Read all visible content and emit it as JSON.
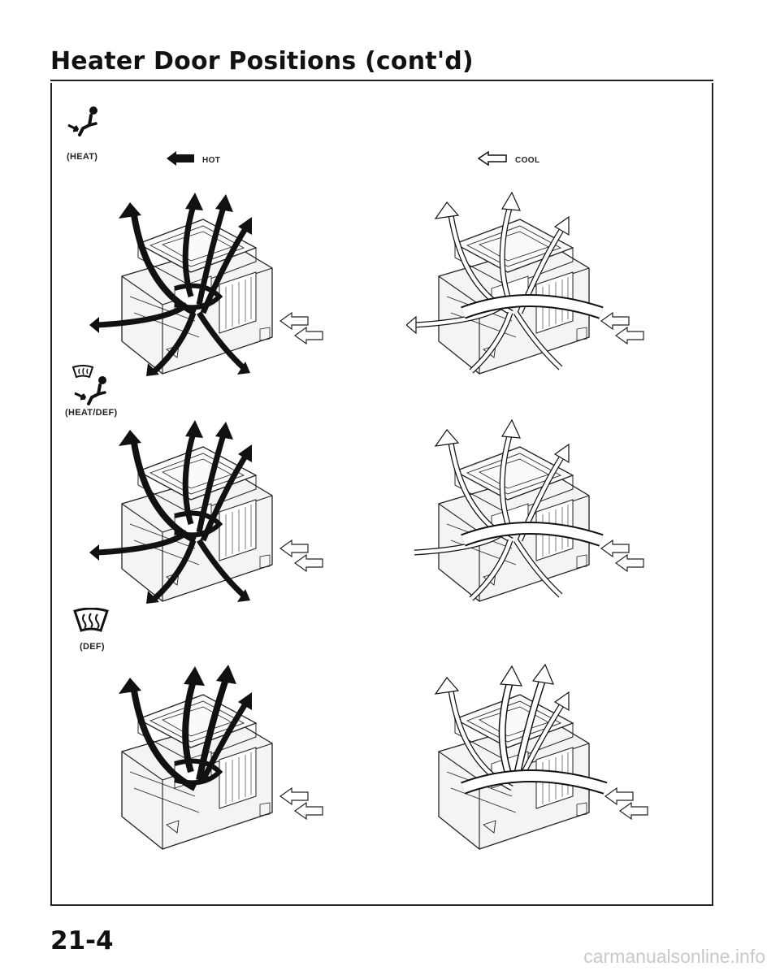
{
  "page": {
    "title": "Heater Door Positions (cont'd)",
    "page_number": "21-4",
    "watermark": "carmanualsonline.info"
  },
  "legend": {
    "hot_label": "HOT",
    "cool_label": "COOL"
  },
  "modes": [
    {
      "label": "(HEAT)",
      "icon": "heat-mode-icon"
    },
    {
      "label": "(HEAT/DEF)",
      "icon": "heat-def-mode-icon"
    },
    {
      "label": "(DEF)",
      "icon": "defrost-mode-icon"
    }
  ],
  "colors": {
    "ink": "#111111",
    "frame": "#222222",
    "watermark": "#c9c9c9"
  }
}
